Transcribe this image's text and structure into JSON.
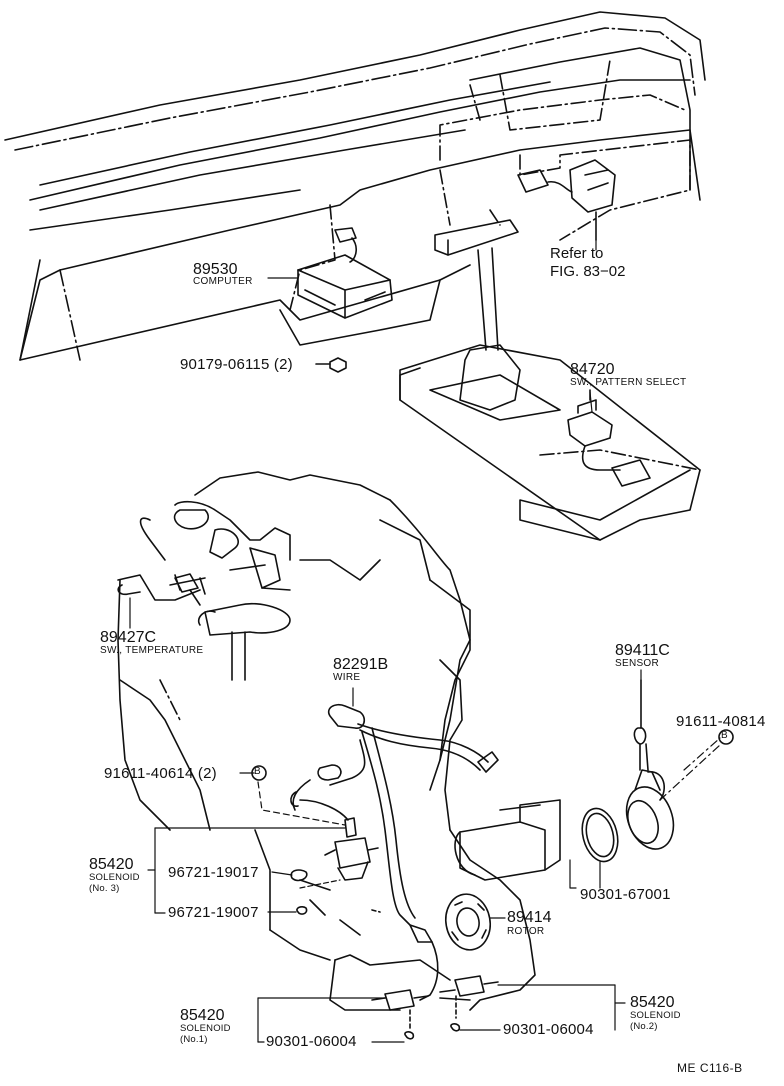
{
  "diagram": {
    "code": "ME C116-B",
    "reference": {
      "line1": "Refer to",
      "line2": "FIG. 83−02"
    },
    "parts": {
      "p89530": {
        "number": "89530",
        "name": "COMPUTER"
      },
      "p90179": {
        "number": "90179-06115 (2)"
      },
      "p84720": {
        "number": "84720",
        "name": "SW., PATTERN SELECT"
      },
      "p89427c": {
        "number": "89427C",
        "name": "SW., TEMPERATURE"
      },
      "p82291b": {
        "number": "82291B",
        "name": "WIRE"
      },
      "p89411c": {
        "number": "89411C",
        "name": "SENSOR"
      },
      "p91611_40814": {
        "number": "91611-40814",
        "ref": "B"
      },
      "p91611_40614": {
        "number": "91611-40614 (2)",
        "ref": "B"
      },
      "p85420_no3": {
        "number": "85420",
        "name": "SOLENOID",
        "sub": "(No. 3)"
      },
      "p96721_19017": {
        "number": "96721-19017"
      },
      "p96721_19007": {
        "number": "96721-19007"
      },
      "p90301_67001": {
        "number": "90301-67001"
      },
      "p89414": {
        "number": "89414",
        "name": "ROTOR"
      },
      "p85420_no1": {
        "number": "85420",
        "name": "SOLENOID",
        "sub": "(No.1)"
      },
      "p90301_06004_a": {
        "number": "90301-06004"
      },
      "p85420_no2": {
        "number": "85420",
        "name": "SOLENOID",
        "sub": "(No.2)"
      },
      "p90301_06004_b": {
        "number": "90301-06004"
      }
    }
  }
}
